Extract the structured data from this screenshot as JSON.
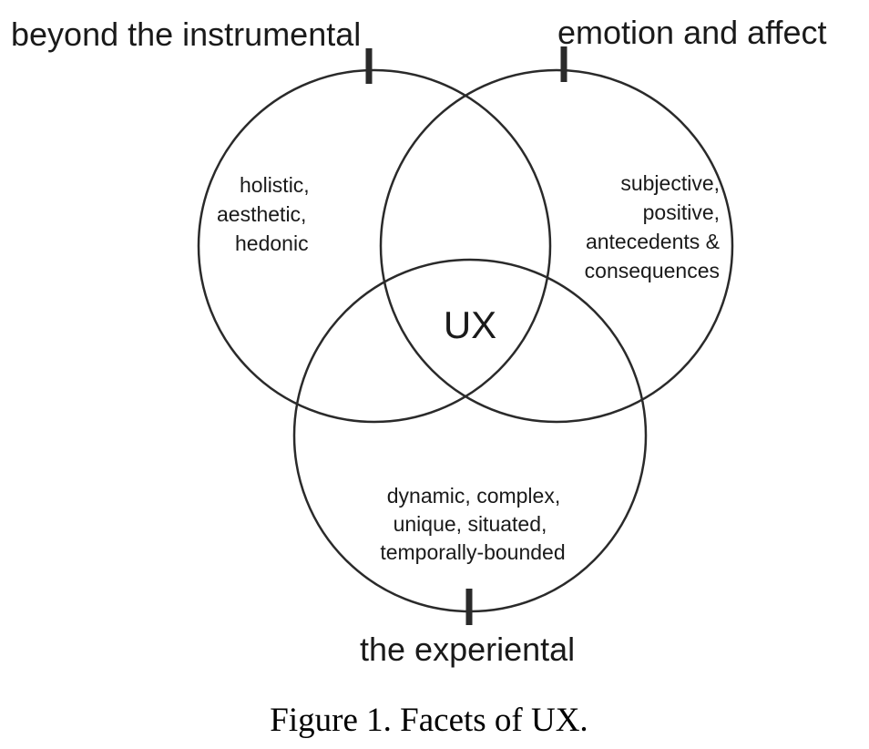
{
  "facets": [
    {
      "id": "instrumental",
      "label": "beyond the instrumental",
      "description": [
        "holistic,",
        "aesthetic,",
        "hedonic"
      ]
    },
    {
      "id": "emotion",
      "label": "emotion and affect",
      "description": [
        "subjective,",
        "positive,",
        "antecedents &",
        "consequences"
      ]
    },
    {
      "id": "experiential",
      "label": "the experiental",
      "description": [
        "dynamic, complex,",
        "unique, situated,",
        "temporally-bounded"
      ]
    }
  ],
  "center_label": "UX",
  "caption": "Figure 1. Facets of UX.",
  "colors": {
    "stroke": "#2a2a2a",
    "text": "#1a1a1a",
    "background": "#ffffff"
  }
}
